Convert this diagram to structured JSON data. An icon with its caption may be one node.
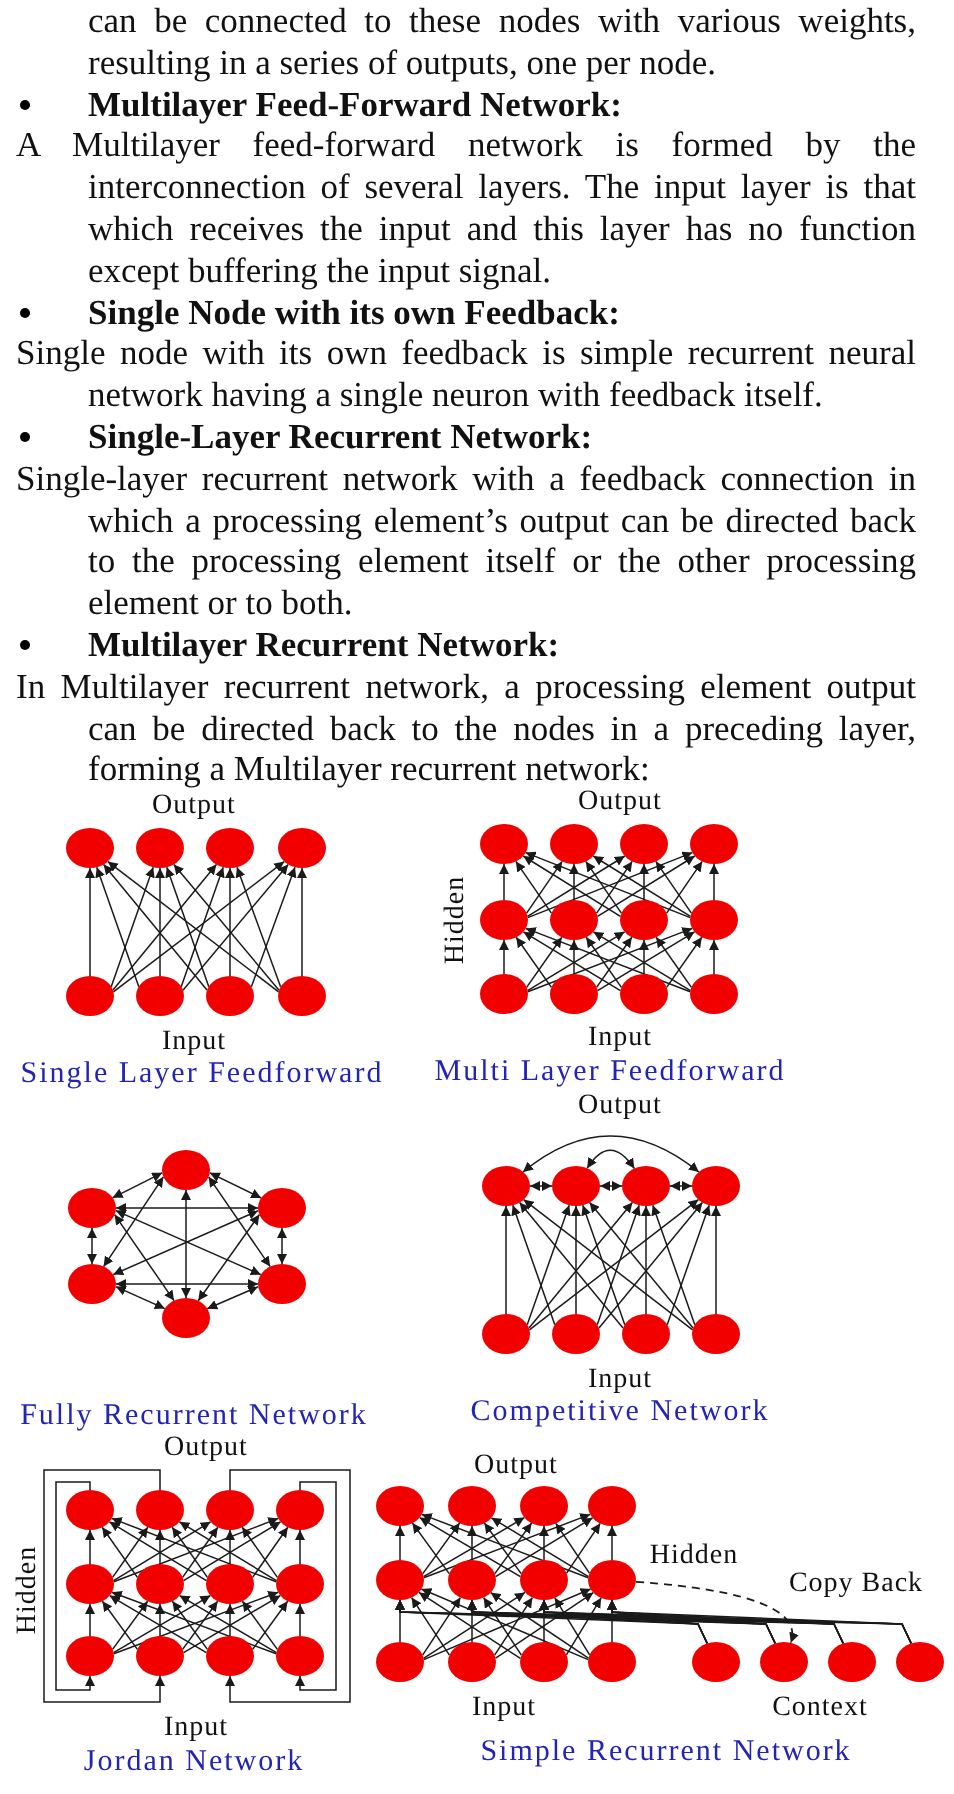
{
  "diagram": {
    "nodes": [
      {
        "text": [],
        "shape": "circle"
      },
      {
        "text": [],
        "shape": "circle"
      },
      {
        "text": [],
        "shape": "circle"
      },
      {
        "text": [],
        "shape": "circle"
      },
      {
        "text": [],
        "shape": "circle"
      },
      {
        "text": [],
        "shape": "circle"
      },
      {
        "text": [],
        "shape": "circle"
      },
      {
        "text": [],
        "shape": "circle"
      },
      {
        "text": [],
        "shape": "circle"
      },
      {
        "text": [],
        "shape": "circle"
      },
      {
        "text": [],
        "shape": "circle"
      },
      {
        "text": [],
        "shape": "circle"
      },
      {
        "text": [],
        "shape": "circle"
      },
      {
        "text": [],
        "shape": "circle"
      },
      {
        "text": [],
        "shape": "circle"
      },
      {
        "text": [],
        "shape": "circle"
      },
      {
        "text": [],
        "shape": "circle"
      },
      {
        "text": [],
        "shape": "circle"
      },
      {
        "text": [],
        "shape": "circle"
      },
      {
        "text": [],
        "shape": "circle"
      },
      {
        "text": [],
        "shape": "circle"
      },
      {
        "text": [],
        "shape": "circle"
      },
      {
        "text": [],
        "shape": "circle"
      },
      {
        "text": [],
        "shape": "circle"
      },
      {
        "text": [],
        "shape": "circle"
      },
      {
        "text": [],
        "shape": "circle"
      },
      {
        "text": [],
        "shape": "circle"
      },
      {
        "text": [],
        "shape": "circle"
      },
      {
        "text": [],
        "shape": "circle"
      },
      {
        "text": [],
        "shape": "circle"
      },
      {
        "text": [],
        "shape": "circle"
      },
      {
        "text": [],
        "shape": "circle"
      },
      {
        "text": [],
        "shape": "circle"
      },
      {
        "text": [],
        "shape": "circle"
      },
      {
        "text": [],
        "shape": "circle"
      },
      {
        "text": [],
        "shape": "circle"
      },
      {
        "text": [],
        "shape": "circle"
      },
      {
        "text": [],
        "shape": "circle"
      },
      {
        "text": [],
        "shape": "circle"
      },
      {
        "text": [],
        "shape": "circle"
      },
      {
        "text": [],
        "shape": "circle"
      },
      {
        "text": [],
        "shape": "circle"
      },
      {
        "text": [],
        "shape": "circle"
      },
      {
        "text": [],
        "shape": "circle"
      },
      {
        "text": [],
        "shape": "circle"
      },
      {
        "text": [],
        "shape": "circle"
      },
      {
        "text": [],
        "shape": "circle"
      },
      {
        "text": [],
        "shape": "circle"
      },
      {
        "text": [],
        "shape": "circle"
      },
      {
        "text": [],
        "shape": "circle"
      },
      {
        "text": [],
        "shape": "circle"
      },
      {
        "text": [],
        "shape": "circle"
      },
      {
        "text": [],
        "shape": "circle"
      },
      {
        "text": [],
        "shape": "circle"
      },
      {
        "text": [],
        "shape": "circle"
      },
      {
        "text": [],
        "shape": "circle"
      },
      {
        "text": [],
        "shape": "circle"
      },
      {
        "text": [],
        "shape": "circle"
      },
      {
        "text": [],
        "shape": "circle"
      },
      {
        "text": [],
        "shape": "circle"
      },
      {
        "text": [],
        "shape": "circle"
      },
      {
        "text": [],
        "shape": "circle"
      }
    ],
    "edges": [
      {
        "from": 4,
        "to": 0,
        "arrow": "to"
      },
      {
        "from": 4,
        "to": 1,
        "arrow": "to"
      },
      {
        "from": 4,
        "to": 2,
        "arrow": "to"
      },
      {
        "from": 4,
        "to": 3,
        "arrow": "to"
      },
      {
        "from": 5,
        "to": 0,
        "arrow": "to"
      },
      {
        "from": 5,
        "to": 1,
        "arrow": "to"
      },
      {
        "from": 5,
        "to": 2,
        "arrow": "to"
      },
      {
        "from": 5,
        "to": 3,
        "arrow": "to"
      },
      {
        "from": 6,
        "to": 0,
        "arrow": "to"
      },
      {
        "from": 6,
        "to": 1,
        "arrow": "to"
      },
      {
        "from": 6,
        "to": 2,
        "arrow": "to"
      },
      {
        "from": 6,
        "to": 3,
        "arrow": "to"
      },
      {
        "from": 7,
        "to": 0,
        "arrow": "to"
      },
      {
        "from": 7,
        "to": 1,
        "arrow": "to"
      },
      {
        "from": 7,
        "to": 2,
        "arrow": "to"
      },
      {
        "from": 7,
        "to": 3,
        "arrow": "to"
      },
      {
        "from": 16,
        "to": 12,
        "arrow": "to"
      },
      {
        "from": 16,
        "to": 13,
        "arrow": "to"
      },
      {
        "from": 16,
        "to": 14,
        "arrow": "to"
      },
      {
        "from": 16,
        "to": 15,
        "arrow": "to"
      },
      {
        "from": 17,
        "to": 12,
        "arrow": "to"
      },
      {
        "from": 17,
        "to": 13,
        "arrow": "to"
      },
      {
        "from": 17,
        "to": 14,
        "arrow": "to"
      },
      {
        "from": 17,
        "to": 15,
        "arrow": "to"
      },
      {
        "from": 18,
        "to": 12,
        "arrow": "to"
      },
      {
        "from": 18,
        "to": 13,
        "arrow": "to"
      },
      {
        "from": 18,
        "to": 14,
        "arrow": "to"
      },
      {
        "from": 18,
        "to": 15,
        "arrow": "to"
      },
      {
        "from": 19,
        "to": 12,
        "arrow": "to"
      },
      {
        "from": 19,
        "to": 13,
        "arrow": "to"
      },
      {
        "from": 19,
        "to": 14,
        "arrow": "to"
      },
      {
        "from": 19,
        "to": 15,
        "arrow": "to"
      },
      {
        "from": 12,
        "to": 8,
        "arrow": "to"
      },
      {
        "from": 12,
        "to": 9,
        "arrow": "to"
      },
      {
        "from": 12,
        "to": 10,
        "arrow": "to"
      },
      {
        "from": 12,
        "to": 11,
        "arrow": "to"
      },
      {
        "from": 13,
        "to": 8,
        "arrow": "to"
      },
      {
        "from": 13,
        "to": 9,
        "arrow": "to"
      },
      {
        "from": 13,
        "to": 10,
        "arrow": "to"
      },
      {
        "from": 13,
        "to": 11,
        "arrow": "to"
      },
      {
        "from": 14,
        "to": 8,
        "arrow": "to"
      },
      {
        "from": 14,
        "to": 9,
        "arrow": "to"
      },
      {
        "from": 14,
        "to": 10,
        "arrow": "to"
      },
      {
        "from": 14,
        "to": 11,
        "arrow": "to"
      },
      {
        "from": 15,
        "to": 8,
        "arrow": "to"
      },
      {
        "from": 15,
        "to": 9,
        "arrow": "to"
      },
      {
        "from": 15,
        "to": 10,
        "arrow": "to"
      },
      {
        "from": 15,
        "to": 11,
        "arrow": "to"
      },
      {
        "from": 20,
        "to": 21,
        "arrow": "both"
      },
      {
        "from": 20,
        "to": 22,
        "arrow": "both"
      },
      {
        "from": 20,
        "to": 23,
        "arrow": "both"
      },
      {
        "from": 20,
        "to": 24,
        "arrow": "both"
      },
      {
        "from": 20,
        "to": 25,
        "arrow": "both"
      },
      {
        "from": 21,
        "to": 22,
        "arrow": "both"
      },
      {
        "from": 21,
        "to": 23,
        "arrow": "both"
      },
      {
        "from": 21,
        "to": 24,
        "arrow": "both"
      },
      {
        "from": 21,
        "to": 25,
        "arrow": "both"
      },
      {
        "from": 22,
        "to": 23,
        "arrow": "both"
      },
      {
        "from": 22,
        "to": 24,
        "arrow": "both"
      },
      {
        "from": 22,
        "to": 25,
        "arrow": "both"
      },
      {
        "from": 23,
        "to": 24,
        "arrow": "both"
      },
      {
        "from": 23,
        "to": 25,
        "arrow": "both"
      },
      {
        "from": 24,
        "to": 25,
        "arrow": "both"
      },
      {
        "from": 30,
        "to": 26,
        "arrow": "to"
      },
      {
        "from": 30,
        "to": 27,
        "arrow": "to"
      },
      {
        "from": 30,
        "to": 28,
        "arrow": "to"
      },
      {
        "from": 30,
        "to": 29,
        "arrow": "to"
      },
      {
        "from": 31,
        "to": 26,
        "arrow": "to"
      },
      {
        "from": 31,
        "to": 27,
        "arrow": "to"
      },
      {
        "from": 31,
        "to": 28,
        "arrow": "to"
      },
      {
        "from": 31,
        "to": 29,
        "arrow": "to"
      },
      {
        "from": 32,
        "to": 26,
        "arrow": "to"
      },
      {
        "from": 32,
        "to": 27,
        "arrow": "to"
      },
      {
        "from": 32,
        "to": 28,
        "arrow": "to"
      },
      {
        "from": 32,
        "to": 29,
        "arrow": "to"
      },
      {
        "from": 33,
        "to": 26,
        "arrow": "to"
      },
      {
        "from": 33,
        "to": 27,
        "arrow": "to"
      },
      {
        "from": 33,
        "to": 28,
        "arrow": "to"
      },
      {
        "from": 33,
        "to": 29,
        "arrow": "to"
      },
      {
        "from": 26,
        "to": 27,
        "arrow": "both"
      },
      {
        "from": 27,
        "to": 28,
        "arrow": "both"
      },
      {
        "from": 28,
        "to": 29,
        "arrow": "both"
      },
      {
        "from": 26,
        "to": 29,
        "arrow": "both"
      },
      {
        "from": 27,
        "to": 28,
        "arrow": "both"
      },
      {
        "from": 42,
        "to": 38,
        "arrow": "to"
      },
      {
        "from": 42,
        "to": 39,
        "arrow": "to"
      },
      {
        "from": 42,
        "to": 40,
        "arrow": "to"
      },
      {
        "from": 42,
        "to": 41,
        "arrow": "to"
      },
      {
        "from": 43,
        "to": 38,
        "arrow": "to"
      },
      {
        "from": 43,
        "to": 39,
        "arrow": "to"
      },
      {
        "from": 43,
        "to": 40,
        "arrow": "to"
      },
      {
        "from": 43,
        "to": 41,
        "arrow": "to"
      },
      {
        "from": 44,
        "to": 38,
        "arrow": "to"
      },
      {
        "from": 44,
        "to": 39,
        "arrow": "to"
      },
      {
        "from": 44,
        "to": 40,
        "arrow": "to"
      },
      {
        "from": 44,
        "to": 41,
        "arrow": "to"
      },
      {
        "from": 45,
        "to": 38,
        "arrow": "to"
      },
      {
        "from": 45,
        "to": 39,
        "arrow": "to"
      },
      {
        "from": 45,
        "to": 40,
        "arrow": "to"
      },
      {
        "from": 45,
        "to": 41,
        "arrow": "to"
      },
      {
        "from": 38,
        "to": 34,
        "arrow": "to"
      },
      {
        "from": 38,
        "to": 35,
        "arrow": "to"
      },
      {
        "from": 38,
        "to": 36,
        "arrow": "to"
      },
      {
        "from": 38,
        "to": 37,
        "arrow": "to"
      },
      {
        "from": 39,
        "to": 34,
        "arrow": "to"
      },
      {
        "from": 39,
        "to": 35,
        "arrow": "to"
      },
      {
        "from": 39,
        "to": 36,
        "arrow": "to"
      },
      {
        "from": 39,
        "to": 37,
        "arrow": "to"
      },
      {
        "from": 40,
        "to": 34,
        "arrow": "to"
      },
      {
        "from": 40,
        "to": 35,
        "arrow": "to"
      },
      {
        "from": 40,
        "to": 36,
        "arrow": "to"
      },
      {
        "from": 40,
        "to": 37,
        "arrow": "to"
      },
      {
        "from": 41,
        "to": 34,
        "arrow": "to"
      },
      {
        "from": 41,
        "to": 35,
        "arrow": "to"
      },
      {
        "from": 41,
        "to": 36,
        "arrow": "to"
      },
      {
        "from": 41,
        "to": 37,
        "arrow": "to"
      },
      {
        "from": 34,
        "to": 42,
        "arrow": "to"
      },
      {
        "from": 35,
        "to": 43,
        "arrow": "to"
      },
      {
        "from": 36,
        "to": 44,
        "arrow": "to"
      },
      {
        "from": 37,
        "to": 45,
        "arrow": "to"
      },
      {
        "from": 54,
        "to": 50,
        "arrow": "to"
      },
      {
        "from": 54,
        "to": 51,
        "arrow": "to"
      },
      {
        "from": 54,
        "to": 52,
        "arrow": "to"
      },
      {
        "from": 54,
        "to": 53,
        "arrow": "to"
      },
      {
        "from": 55,
        "to": 50,
        "arrow": "to"
      },
      {
        "from": 55,
        "to": 51,
        "arrow": "to"
      },
      {
        "from": 55,
        "to": 52,
        "arrow": "to"
      },
      {
        "from": 55,
        "to": 53,
        "arrow": "to"
      },
      {
        "from": 56,
        "to": 50,
        "arrow": "to"
      },
      {
        "from": 56,
        "to": 51,
        "arrow": "to"
      },
      {
        "from": 56,
        "to": 52,
        "arrow": "to"
      },
      {
        "from": 56,
        "to": 53,
        "arrow": "to"
      },
      {
        "from": 57,
        "to": 50,
        "arrow": "to"
      },
      {
        "from": 57,
        "to": 51,
        "arrow": "to"
      },
      {
        "from": 57,
        "to": 52,
        "arrow": "to"
      },
      {
        "from": 57,
        "to": 53,
        "arrow": "to"
      },
      {
        "from": 58,
        "to": 50,
        "arrow": "to"
      },
      {
        "from": 58,
        "to": 51,
        "arrow": "to"
      },
      {
        "from": 58,
        "to": 52,
        "arrow": "to"
      },
      {
        "from": 58,
        "to": 53,
        "arrow": "to"
      },
      {
        "from": 59,
        "to": 50,
        "arrow": "to"
      },
      {
        "from": 59,
        "to": 51,
        "arrow": "to"
      },
      {
        "from": 59,
        "to": 52,
        "arrow": "to"
      },
      {
        "from": 59,
        "to": 53,
        "arrow": "to"
      },
      {
        "from": 60,
        "to": 50,
        "arrow": "to"
      },
      {
        "from": 60,
        "to": 51,
        "arrow": "to"
      },
      {
        "from": 60,
        "to": 52,
        "arrow": "to"
      },
      {
        "from": 60,
        "to": 53,
        "arrow": "to"
      },
      {
        "from": 61,
        "to": 50,
        "arrow": "to"
      },
      {
        "from": 61,
        "to": 51,
        "arrow": "to"
      },
      {
        "from": 61,
        "to": 52,
        "arrow": "to"
      },
      {
        "from": 61,
        "to": 53,
        "arrow": "to"
      },
      {
        "from": 50,
        "to": 46,
        "arrow": "to"
      },
      {
        "from": 50,
        "to": 47,
        "arrow": "to"
      },
      {
        "from": 50,
        "to": 48,
        "arrow": "to"
      },
      {
        "from": 50,
        "to": 49,
        "arrow": "to"
      },
      {
        "from": 51,
        "to": 46,
        "arrow": "to"
      },
      {
        "from": 51,
        "to": 47,
        "arrow": "to"
      },
      {
        "from": 51,
        "to": 48,
        "arrow": "to"
      },
      {
        "from": 51,
        "to": 49,
        "arrow": "to"
      },
      {
        "from": 52,
        "to": 46,
        "arrow": "to"
      },
      {
        "from": 52,
        "to": 47,
        "arrow": "to"
      },
      {
        "from": 52,
        "to": 48,
        "arrow": "to"
      },
      {
        "from": 52,
        "to": 49,
        "arrow": "to"
      },
      {
        "from": 53,
        "to": 46,
        "arrow": "to"
      },
      {
        "from": 53,
        "to": 47,
        "arrow": "to"
      },
      {
        "from": 53,
        "to": 48,
        "arrow": "to"
      },
      {
        "from": 53,
        "to": 49,
        "arrow": "to"
      },
      {
        "from": 53,
        "to": 59,
        "arrow": "to",
        "style": "dashed"
      }
    ],
    "labels": [
      "can be connected to these nodes with various weights, resulting in a series of outputs, one per node.",
      "Multilayer Feed-Forward Network:",
      "A Multilayer feed-forward network is formed by the interconnection of several layers. The input layer is that which receives the input and this layer has no function except buffering the input signal.",
      "Single Node with its own Feedback:",
      "Single node with its own feedback is simple recurrent neural network having a single neuron with feedback itself.",
      "Single-Layer Recurrent Network:",
      "Single-layer recurrent network with a feedback connection in which a processing element’s output can be directed back to the processing element itself or the other processing element or to both.",
      "Multilayer Recurrent Network:",
      "In Multilayer recurrent network, a processing element output can be directed back to the nodes in a preceding layer, forming a Multilayer recurrent network:",
      "Output",
      "Output",
      "Hidden",
      "Input",
      "Input",
      "Single Layer Feedforward",
      "Multi Layer Feedforward",
      "Output",
      "Input",
      "Fully Recurrent Network",
      "Competitive Network",
      "Output",
      "Output",
      "Hidden",
      "Hidden",
      "Copy Back",
      "Input",
      "Input",
      "Context",
      "Jordan Network",
      "Simple Recurrent Network"
    ]
  }
}
